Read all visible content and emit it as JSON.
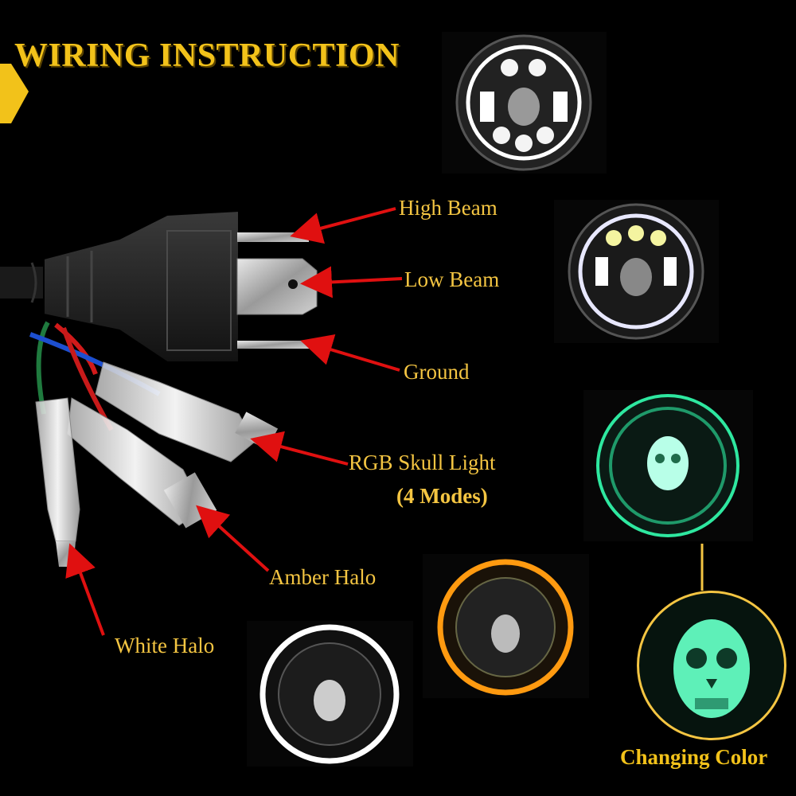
{
  "title": "WIRING INSTRUCTION",
  "labels": {
    "high_beam": "High Beam",
    "low_beam": "Low Beam",
    "ground": "Ground",
    "rgb_skull": "RGB Skull Light",
    "rgb_modes": "(4 Modes)",
    "amber_halo": "Amber Halo",
    "white_halo": "White Halo",
    "changing_color": "Changing Color"
  },
  "colors": {
    "title": "#f2c21a",
    "label": "#f4c542",
    "arrow": "#e01010",
    "green_glow": "#2ee8a0",
    "amber_glow": "#ff9a10",
    "white_glow": "#ffffff"
  }
}
